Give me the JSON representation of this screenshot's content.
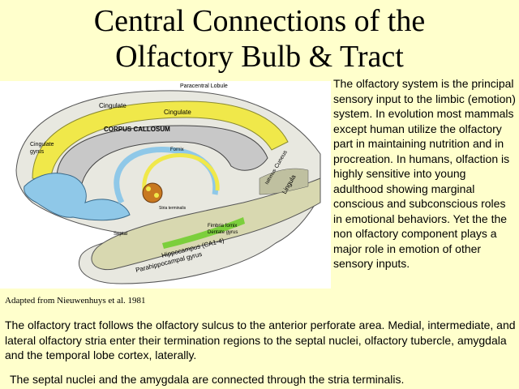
{
  "title": {
    "line1": "Central Connections of the",
    "line2": "Olfactory Bulb & Tract"
  },
  "figure": {
    "labels": {
      "paracentral": "Paracentral Lobule",
      "cingulate1": "Cingulate",
      "cingulate2": "Cingulate",
      "corpus": "CORPUS CALLOSUM",
      "cingulate_gyrus1": "Cingulate",
      "cingulate_gyrus2": "gyrus",
      "fornix": "Fornix",
      "stria": "Stria terminalis",
      "cuneus": "Cuneus",
      "isthmus": "Isthmus",
      "lingula": "Lingula",
      "septal": "Septal",
      "fimbria": "Fimbria fornix",
      "dentate": "Dentate gyrus",
      "hippocampus": "Hippocampus (CA1-4)",
      "parahippocampal": "Parahippocampal gyrus"
    },
    "colors": {
      "cingulate": "#f0e84a",
      "callosum": "#c8c8c8",
      "olfactory": "#8fc8e8",
      "hippocampus": "#d8d8b0",
      "dentate": "#7ccf3c",
      "amygdala": "#c87820"
    }
  },
  "caption": "Adapted from Nieuwenhuys et al. 1981",
  "side_text": "The olfactory system is the principal sensory input to the limbic  (emotion) system.  In evolution most mammals except human utilize the olfactory part in maintaining nutrition and in procreation.  In humans, olfaction is highly sensitive into young adulthood showing marginal conscious and subconscious roles in emotional behaviors. Yet the the non olfactory component plays a major role in emotion of other sensory inputs.",
  "para1": "The olfactory tract follows the olfactory sulcus to the anterior perforate area.  Medial, intermediate, and lateral  olfactory stria enter their termination regions to the septal nuclei, olfactory tubercle, amygdala and the temporal lobe cortex, laterally.",
  "para2": "The septal nuclei and the amygdala are connected through the stria terminalis."
}
